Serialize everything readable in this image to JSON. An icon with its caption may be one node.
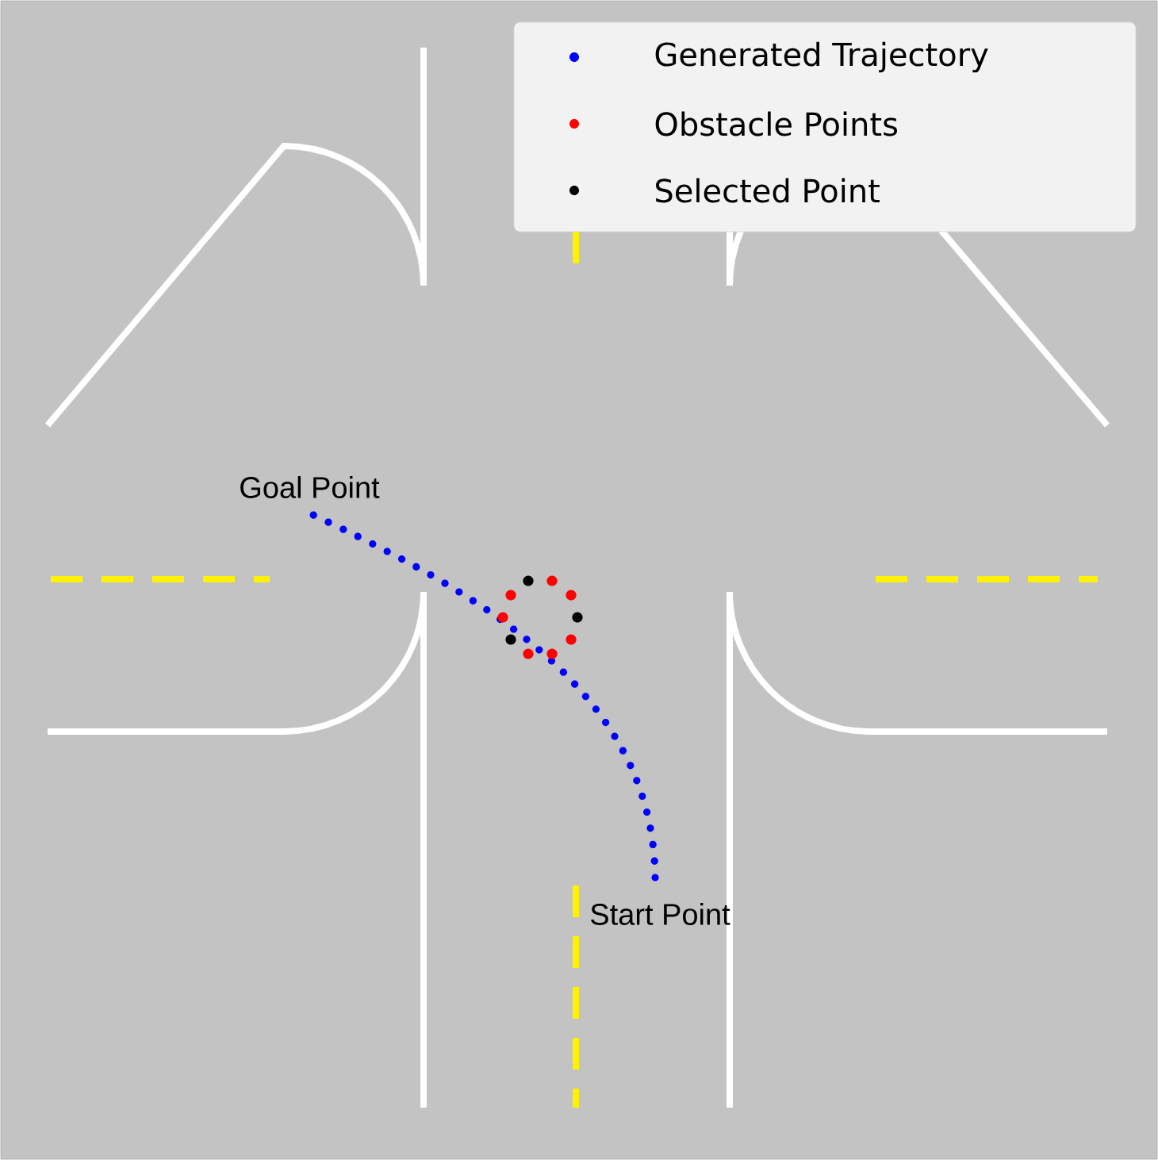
{
  "diagram": {
    "labels": [
      "Goal Point",
      "Start Point"
    ],
    "legend": [
      {
        "text": "Generated Trajectory",
        "color": "#0000ff"
      },
      {
        "text": "Obstacle Points",
        "color": "#ff0000"
      },
      {
        "text": "Selected Point",
        "color": "#000000"
      }
    ]
  }
}
